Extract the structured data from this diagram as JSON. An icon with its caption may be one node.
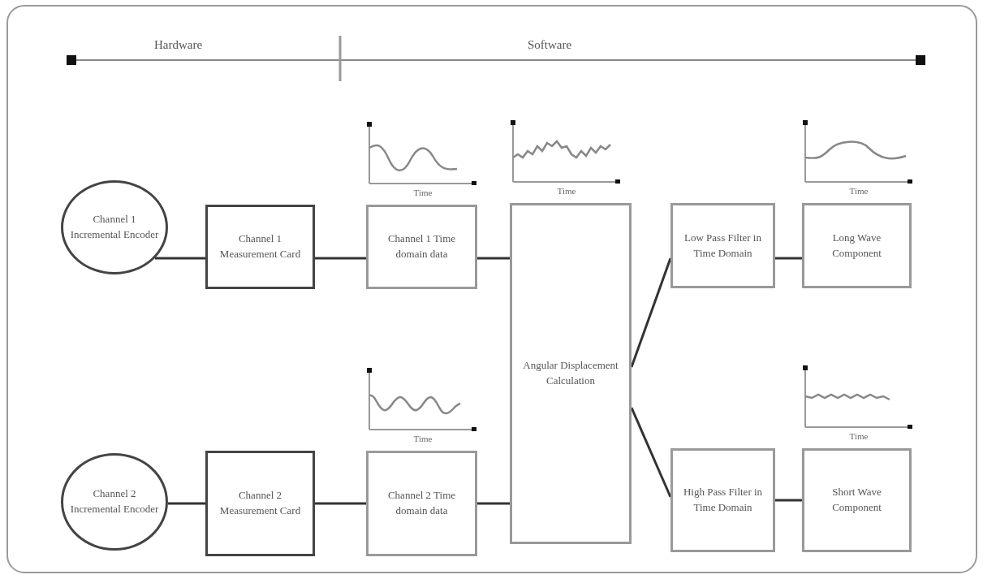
{
  "diagram": {
    "nodes": [
      {
        "text": [
          "Channel 1 Incremental Encoder"
        ]
      },
      {
        "text": [
          "Channel 1 Measurement Card"
        ]
      },
      {
        "text": [
          "Channel 1 Time domain data"
        ],
        "beside": [
          "Time"
        ]
      },
      {
        "text": [
          "Angular Displacement Calculation"
        ],
        "beside": [
          "Time"
        ]
      },
      {
        "text": [
          "Low Pass Filter in Time Domain"
        ]
      },
      {
        "text": [
          "Long Wave Component"
        ],
        "beside": [
          "Time"
        ]
      },
      {
        "text": [
          "Channel 2 Incremental Encoder"
        ]
      },
      {
        "text": [
          "Channel 2 Measurement Card"
        ]
      },
      {
        "text": [
          "Channel 2 Time domain data"
        ],
        "beside": [
          "Time"
        ]
      },
      {
        "text": [
          "High Pass Filter in Time Domain"
        ]
      },
      {
        "text": [
          "Short Wave Component"
        ],
        "beside": [
          "Time"
        ]
      }
    ],
    "edges": [
      {
        "from": 0,
        "to": 1,
        "arrow": "none"
      },
      {
        "from": 1,
        "to": 2,
        "arrow": "none"
      },
      {
        "from": 2,
        "to": 3,
        "arrow": "none"
      },
      {
        "from": 3,
        "to": 4,
        "arrow": "none"
      },
      {
        "from": 4,
        "to": 5,
        "arrow": "none"
      },
      {
        "from": 6,
        "to": 7,
        "arrow": "none"
      },
      {
        "from": 7,
        "to": 8,
        "arrow": "none"
      },
      {
        "from": 8,
        "to": 3,
        "arrow": "none"
      },
      {
        "from": 3,
        "to": 9,
        "arrow": "none"
      },
      {
        "from": 9,
        "to": 10,
        "arrow": "none"
      }
    ],
    "labels": [
      "Hardware",
      "Software"
    ]
  }
}
